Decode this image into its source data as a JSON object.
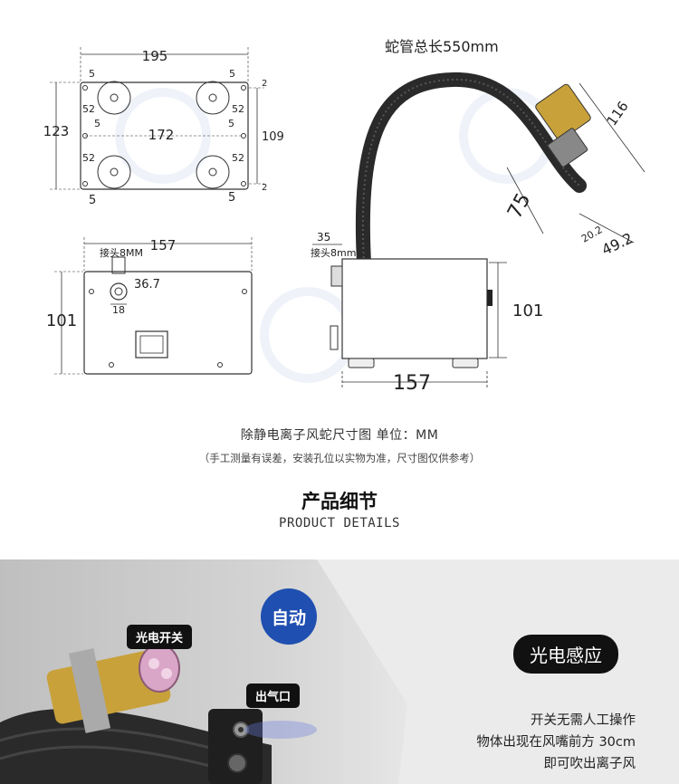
{
  "top_view": {
    "width_total": "195",
    "height_total": "123",
    "hole_span_x": "172",
    "hole_span_y": "109",
    "margin_tl": "5",
    "margin_tr": "5",
    "margin_ml": "5",
    "margin_mr": "5",
    "margin_bl": "5",
    "margin_br": "5",
    "edge_top": "2",
    "edge_bottom": "2",
    "foot_tl": "52",
    "foot_tr": "52",
    "foot_bl": "52",
    "foot_br": "52"
  },
  "front_view": {
    "width": "157",
    "height": "101",
    "connector_label": "接头8MM",
    "connector_height": "36.7",
    "connector_width": "18"
  },
  "side_view": {
    "hose_length_label": "蛇管总长550mm",
    "connector_offset": "35",
    "connector_label": "接头8mm",
    "box_height": "101",
    "box_width": "157",
    "nozzle_length": "116",
    "nozzle_rise": "75",
    "nozzle_small": "20.2",
    "nozzle_diameter": "49.2"
  },
  "captions": {
    "title": "除静电离子风蛇尺寸图    单位：MM",
    "note": "（手工测量有误差，安装孔位以实物为准，尺寸图仅供参考）"
  },
  "section": {
    "title": "产品细节",
    "subtitle": "PRODUCT DETAILS"
  },
  "photo": {
    "badge": "自动",
    "tag_sensor": "光电开关",
    "tag_outlet": "出气口",
    "main_tag": "光电感应",
    "lines": [
      "开关无需人工操作",
      "物体出现在风嘴前方 30cm",
      "即可吹出离子风"
    ]
  },
  "colors": {
    "badge_blue": "#1f4fb0",
    "sensor_body": "#c8a13a",
    "sensor_lens": "#d9a6c8",
    "hose": "#2a2a2a"
  }
}
